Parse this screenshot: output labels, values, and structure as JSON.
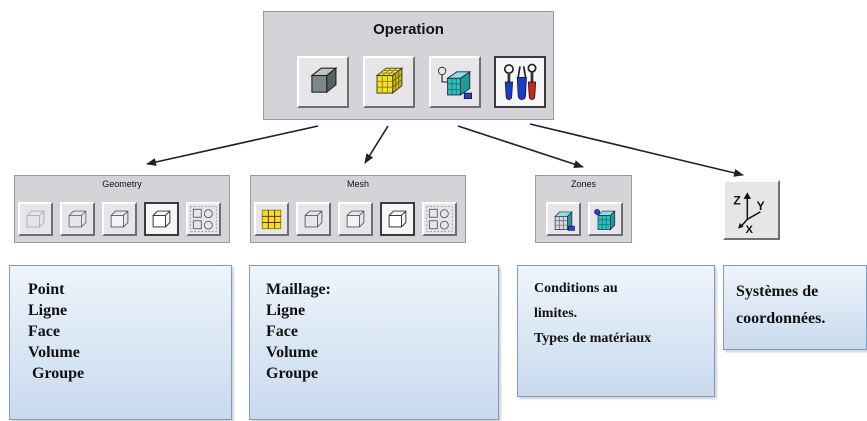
{
  "operation": {
    "title": "Operation",
    "buttons": [
      "geometry-cube-icon",
      "mesh-grid-cube-icon",
      "zones-icon",
      "tools-icon"
    ]
  },
  "geometry": {
    "title": "Geometry",
    "buttons": [
      "vertex-icon",
      "edge-icon",
      "face-icon",
      "volume-icon",
      "group-icon"
    ]
  },
  "mesh": {
    "title": "Mesh",
    "buttons": [
      "mesh-edge-icon",
      "mesh-face-icon",
      "mesh-volume-icon",
      "mesh-volume-active-icon",
      "mesh-group-icon"
    ]
  },
  "zones": {
    "title": "Zones",
    "buttons": [
      "boundary-conditions-icon",
      "continuum-types-icon"
    ]
  },
  "coords_icon": {
    "z": "Z",
    "y": "Y",
    "x": "X"
  },
  "boxes": {
    "geometry": [
      "Point",
      "Ligne",
      "Face",
      "Volume",
      " Groupe"
    ],
    "mesh": [
      "Maillage:",
      "Ligne",
      "Face",
      "Volume",
      "Groupe"
    ],
    "zones": [
      "Conditions au",
      "limites.",
      "Types de matériaux"
    ],
    "coords": [
      "Systèmes de",
      "coordonnées."
    ]
  },
  "colors": {
    "panel": "#d4d4d8",
    "box_top": "#eef4fb",
    "box_bottom": "#c9daee",
    "box_border": "#7f9cc0",
    "cube_gray": "#7a8a88",
    "mesh_yellow": "#f0e020",
    "zones_cyan": "#2cc0c0",
    "tools_blue": "#1a3cc8"
  }
}
